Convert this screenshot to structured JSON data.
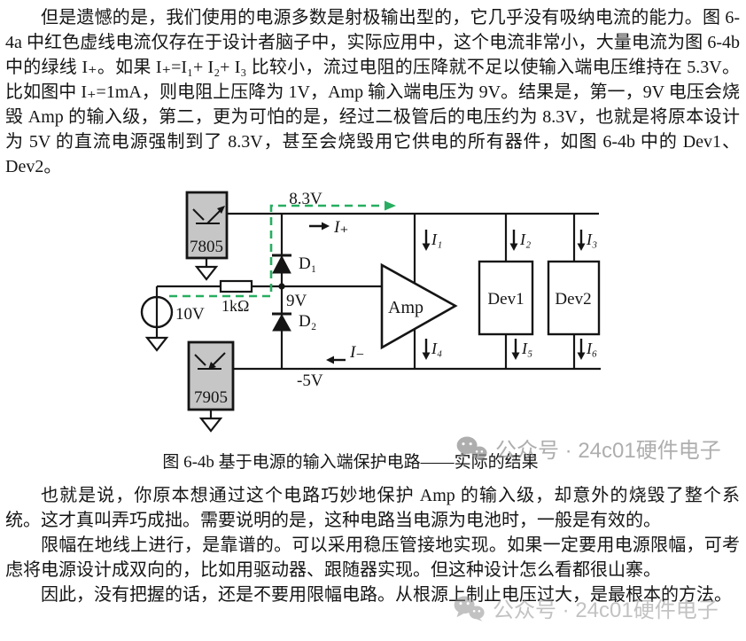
{
  "page": {
    "paragraph1": "但是遗憾的是，我们使用的电源多数是射极输出型的，它几乎没有吸纳电流的能力。图 6-4a 中红色虚线电流仅存在于设计者脑子中，实际应用中，这个电流非常小，大量电流为图 6-4b 中的绿线 I₊。如果 I₊=I₁+ I₂+ I₃ 比较小，流过电阻的压降就不足以使输入端电压维持在 5.3V。比如图中 I₊=1mA，则电阻上压降为 1V，Amp 输入端电压为 9V。结果是，第一，9V 电压会烧毁 Amp 的输入级，第二，更为可怕的是，经过二极管后的电压约为 8.3V，也就是将原本设计为 5V 的直流电源强制到了 8.3V，甚至会烧毁用它供电的所有器件，如图 6-4b 中的 Dev1、Dev2。",
    "caption": "图 6-4b 基于电源的输入端保护电路——实际的结果",
    "paragraph2": "也就是说，你原本想通过这个电路巧妙地保护 Amp 的输入级，却意外的烧毁了整个系统。这才真叫弄巧成拙。需要说明的是，这种电路当电源为电池时，一般是有效的。",
    "paragraph3": "限幅在地线上进行，是靠谱的。可以采用稳压管接地实现。如果一定要用电源限幅，可考虑将电源设计成双向的，比如用驱动器、跟随器实现。但这种设计怎么看都很山寨。",
    "paragraph4": "因此，没有把握的话，还是不要用限幅电路。从根源上制止电压过大，是最根本的方法。"
  },
  "circuit": {
    "regulator_top": "7805",
    "regulator_bottom": "7905",
    "source_voltage": "10V",
    "resistor_value": "1kΩ",
    "node_voltage": "9V",
    "top_rail_voltage": "8.3V",
    "bottom_rail_voltage": "-5V",
    "diode1": "D₁",
    "diode2": "D₂",
    "amp_label": "Amp",
    "dev1_label": "Dev1",
    "dev2_label": "Dev2",
    "current_plus": "I₊",
    "current_minus": "I₋",
    "i1": "I₁",
    "i2": "I₂",
    "i3": "I₃",
    "i4": "I₄",
    "i5": "I₅",
    "i6": "I₆",
    "green": "#27ae60",
    "box_gray": "#c6c6c6",
    "line_black": "#151515"
  },
  "watermark": {
    "text": "公众号 · 24c01硬件电子",
    "icon": "wechat-icon"
  }
}
